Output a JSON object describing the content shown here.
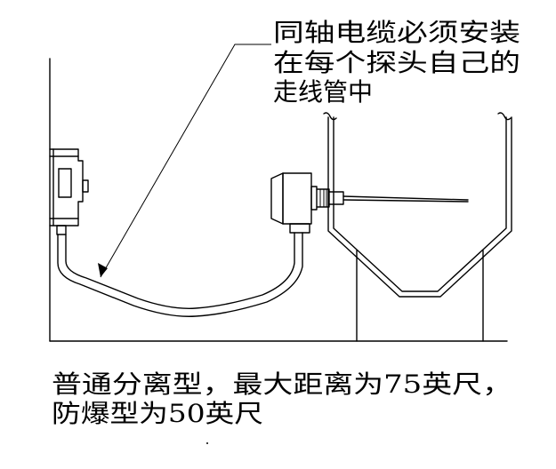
{
  "note": {
    "lines": [
      "同轴电缆必须安装",
      "在每个探头自己的",
      "走线管中"
    ]
  },
  "caption": {
    "lines": [
      "普通分离型，最大距离为75英尺，",
      "防爆型为50英尺"
    ]
  }
}
